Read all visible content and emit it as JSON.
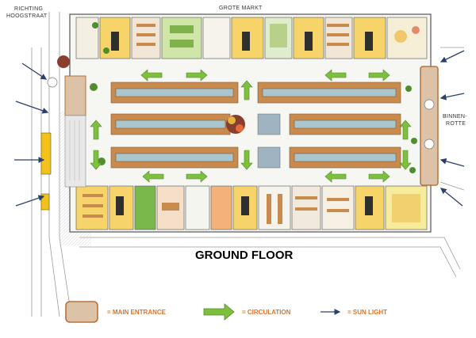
{
  "labels": {
    "richting": "RICHTING",
    "hoogstraat": "HOOGSTRAAT",
    "grote_markt": "GROTE MARKT",
    "binnen": "BINNEN-",
    "rotte": "ROTTE"
  },
  "title": "GROUND FLOOR",
  "legend": {
    "main_entrance": "= MAIN ENTRANCE",
    "circulation": "= CIRCULATION",
    "sun_light": "= SUN LIGHT"
  },
  "colors": {
    "entrance_fill": "#dcc3a8",
    "entrance_stroke": "#b5723d",
    "circulation_arrow": "#7fbf3f",
    "sun_arrow": "#2c3e6b",
    "legend_text": "#d9752a",
    "stall_wood": "#c98a4e",
    "stall_glass": "#a9c6cf"
  }
}
